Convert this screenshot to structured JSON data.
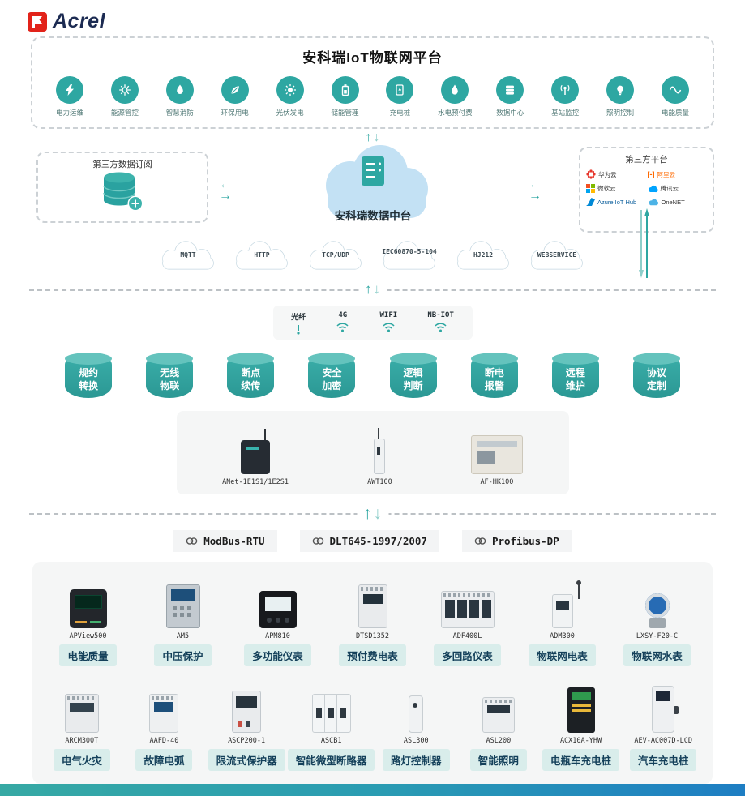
{
  "colors": {
    "brand_red": "#e2231a",
    "accent_teal": "#2ea7a2",
    "label_pill_bg": "#d9edeb",
    "label_pill_text": "#14405a",
    "footer_gradient_start": "#36a9a4",
    "footer_gradient_end": "#1e7ec3"
  },
  "brand": {
    "name": "Acrel"
  },
  "platform": {
    "title": "安科瑞IoT物联网平台",
    "apps": [
      {
        "label": "电力运维",
        "icon": "power-ops-icon"
      },
      {
        "label": "能源管控",
        "icon": "energy-control-icon"
      },
      {
        "label": "智慧消防",
        "icon": "smart-fire-icon"
      },
      {
        "label": "环保用电",
        "icon": "eco-power-icon"
      },
      {
        "label": "光伏发电",
        "icon": "pv-generation-icon"
      },
      {
        "label": "储能管理",
        "icon": "energy-storage-icon"
      },
      {
        "label": "充电桩",
        "icon": "charging-pile-icon"
      },
      {
        "label": "水电预付费",
        "icon": "prepaid-utility-icon"
      },
      {
        "label": "数据中心",
        "icon": "data-center-icon"
      },
      {
        "label": "基站监控",
        "icon": "base-station-icon"
      },
      {
        "label": "照明控制",
        "icon": "lighting-control-icon"
      },
      {
        "label": "电能质量",
        "icon": "power-quality-icon"
      }
    ]
  },
  "integration": {
    "left_box_title": "第三方数据订阅",
    "center_title": "安科瑞数据中台",
    "right_box_title": "第三方平台",
    "right_platforms": [
      {
        "label": "华为云",
        "icon": "huawei-cloud-icon"
      },
      {
        "label": "阿里云",
        "icon": "alibaba-cloud-icon"
      },
      {
        "label": "微软云",
        "icon": "microsoft-cloud-icon"
      },
      {
        "label": "腾讯云",
        "icon": "tencent-cloud-icon"
      },
      {
        "label": "Azure IoT Hub",
        "icon": "azure-iot-hub-icon"
      },
      {
        "label": "OneNET",
        "icon": "onenet-cloud-icon"
      }
    ]
  },
  "transport": {
    "protocols": [
      {
        "label": "MQTT"
      },
      {
        "label": "HTTP"
      },
      {
        "label": "TCP/UDP"
      },
      {
        "label": "IEC60870-5-104"
      },
      {
        "label": "HJ212"
      },
      {
        "label": "WEBSERVICE"
      }
    ]
  },
  "network": {
    "items": [
      {
        "label": "光纤",
        "icon": "fiber-icon"
      },
      {
        "label": "4G",
        "icon": "wifi-signal-icon"
      },
      {
        "label": "WIFI",
        "icon": "wifi-signal-icon"
      },
      {
        "label": "NB-IOT",
        "icon": "wifi-signal-icon"
      }
    ]
  },
  "edge": {
    "functions": [
      {
        "label": "规约转换"
      },
      {
        "label": "无线物联"
      },
      {
        "label": "断点续传"
      },
      {
        "label": "安全加密"
      },
      {
        "label": "逻辑判断"
      },
      {
        "label": "断电报警"
      },
      {
        "label": "远程维护"
      },
      {
        "label": "协议定制"
      }
    ],
    "gateways": [
      {
        "model": "ANet-1E1S1/1E2S1"
      },
      {
        "model": "AWT100"
      },
      {
        "model": "AF-HK100"
      }
    ]
  },
  "field": {
    "protocols": [
      {
        "label": "ModBus-RTU"
      },
      {
        "label": "DLT645-1997/2007"
      },
      {
        "label": "Profibus-DP"
      }
    ]
  },
  "devices": {
    "row1": [
      {
        "model": "APView500",
        "category": "电能质量"
      },
      {
        "model": "AM5",
        "category": "中压保护"
      },
      {
        "model": "APM810",
        "category": "多功能仪表"
      },
      {
        "model": "DTSD1352",
        "category": "预付费电表"
      },
      {
        "model": "ADF400L",
        "category": "多回路仪表"
      },
      {
        "model": "ADM300",
        "category": "物联网电表"
      },
      {
        "model": "LXSY-F20-C",
        "category": "物联网水表"
      }
    ],
    "row2": [
      {
        "model": "ARCM300T",
        "category": "电气火灾"
      },
      {
        "model": "AAFD-40",
        "category": "故障电弧"
      },
      {
        "model": "ASCP200-1",
        "category": "限流式保护器"
      },
      {
        "model": "ASCB1",
        "category": "智能微型断路器"
      },
      {
        "model": "ASL300",
        "category": "路灯控制器"
      },
      {
        "model": "ASL200",
        "category": "智能照明"
      },
      {
        "model": "ACX10A-YHW",
        "category": "电瓶车充电桩"
      },
      {
        "model": "AEV-AC007D-LCD",
        "category": "汽车充电桩"
      }
    ]
  }
}
